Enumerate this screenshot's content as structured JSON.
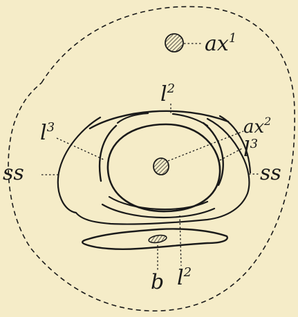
{
  "labels": {
    "ax1_base": "ax",
    "ax1_sup": "1",
    "ax2_base": "ax",
    "ax2_sup": "2",
    "l2_top_base": "l",
    "l2_top_sup": "2",
    "l2_bottom_base": "l",
    "l2_bottom_sup": "2",
    "l3_left_base": "l",
    "l3_left_sup": "3",
    "l3_right_base": "l",
    "l3_right_sup": "3",
    "ss_left": "ss",
    "ss_right": "ss",
    "b": "b"
  },
  "colors": {
    "background": "#f5ecc8",
    "ink": "#1a1a1a"
  }
}
